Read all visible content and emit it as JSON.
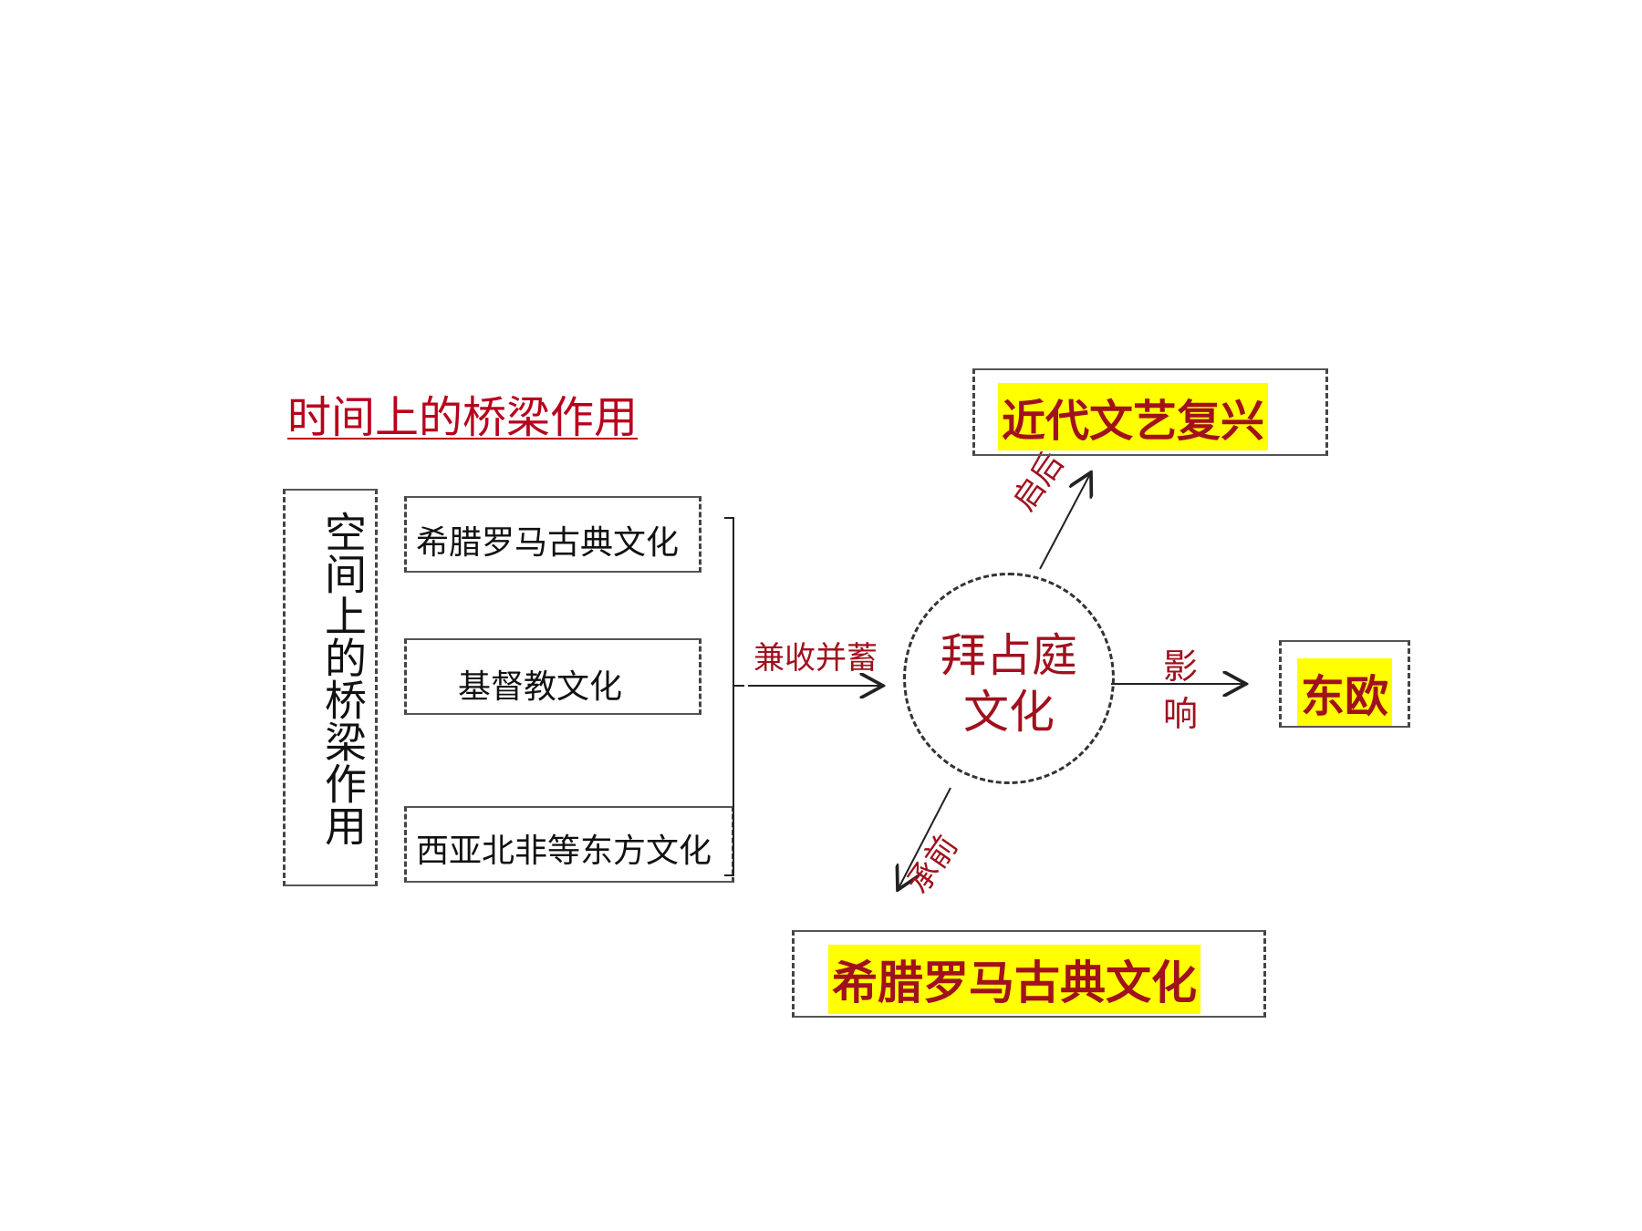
{
  "title": "时间上的桥梁作用",
  "space_label": "空间上的桥梁作用",
  "sources": [
    "希腊罗马古典文化",
    "基督教文化",
    "西亚北非等东方文化"
  ],
  "center": {
    "line1": "拜占庭",
    "line2": "文化"
  },
  "relations": {
    "absorb": "兼收并蓄",
    "inspire": "启后",
    "inherit": "承前",
    "influence_1": "影",
    "influence_2": "响"
  },
  "destinations": {
    "renaissance": "近代文艺复兴",
    "eastern_europe": "东欧",
    "classical": "希腊罗马古典文化"
  },
  "colors": {
    "accent": "#a0111d",
    "highlight": "#ffff00",
    "title": "#b8001c"
  }
}
